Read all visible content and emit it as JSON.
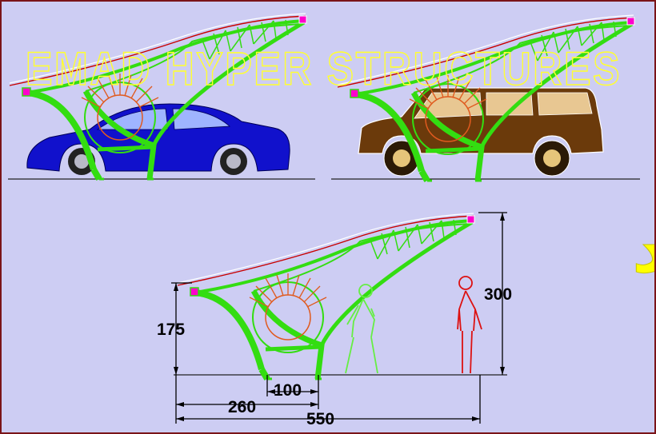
{
  "watermark": {
    "latin": "EMAD HYPER STRUCTURES",
    "arabic": "ابرسازه های عماد"
  },
  "dimensions": {
    "height_left": "175",
    "height_right": "300",
    "width_inner": "100",
    "width_middle": "260",
    "width_total": "550"
  },
  "colors": {
    "background": "#cdcdf3",
    "frame": "#7a1418",
    "structure": "#33dd11",
    "radial_ring": "#e05a1e",
    "roof_edge": "#c80000",
    "car_blue": "#1111cc",
    "suv_brown": "#6b3a0b",
    "person_green": "#66ee44",
    "person_red": "#dd1111",
    "watermark": "#ffff00"
  }
}
